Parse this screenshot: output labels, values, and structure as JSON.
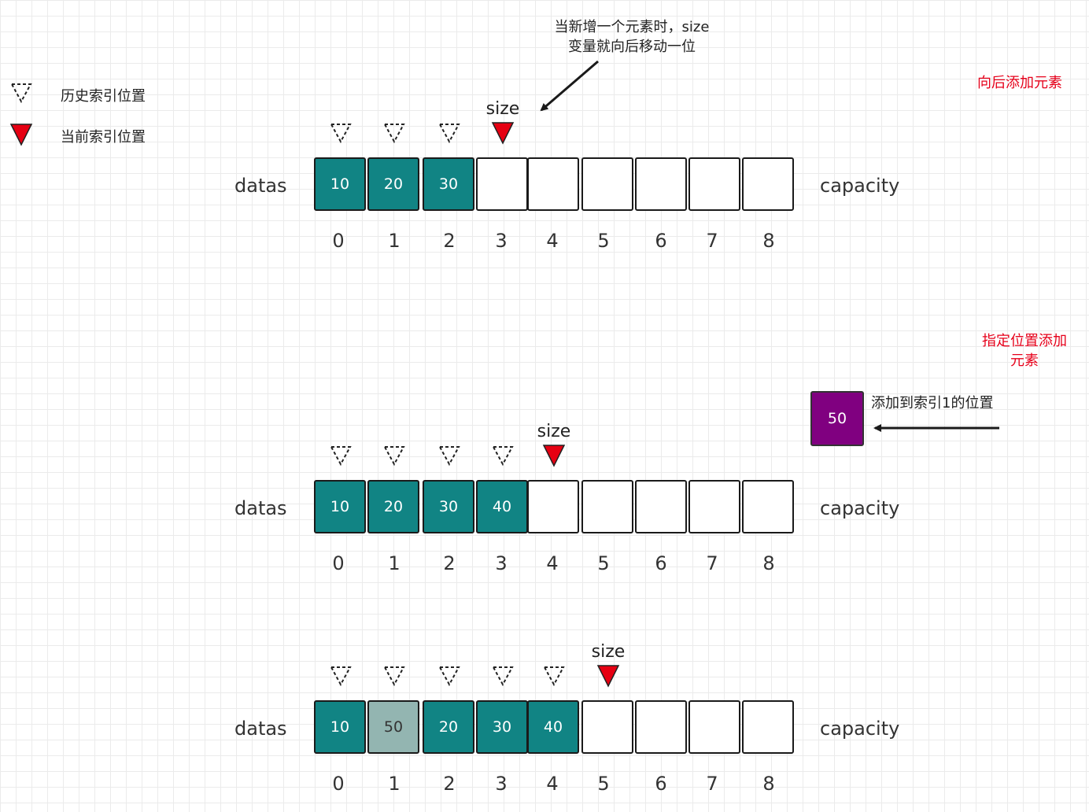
{
  "legend": {
    "history": "历史索引位置",
    "current": "当前索引位置"
  },
  "colors": {
    "filled": "#118484",
    "inserted": "#93b5b1",
    "current_marker": "#e60012",
    "new_element": "#800080",
    "section_title": "#e6001a"
  },
  "annotation_size_move": {
    "line1": "当新增一个元素时，size",
    "line2": "变量就向后移动一位"
  },
  "section_append": {
    "title": "向后添加元素"
  },
  "section_insert": {
    "title_line1": "指定位置添加",
    "title_line2": "元素",
    "new_value": "50",
    "note": "添加到索引1的位置"
  },
  "rows": [
    {
      "label": "datas",
      "capacity_label": "capacity",
      "size_label": "size",
      "cells": [
        "10",
        "20",
        "30",
        "",
        "",
        "",
        "",
        "",
        ""
      ],
      "indices": [
        "0",
        "1",
        "2",
        "3",
        "4",
        "5",
        "6",
        "7",
        "8"
      ]
    },
    {
      "label": "datas",
      "capacity_label": "capacity",
      "size_label": "size",
      "cells": [
        "10",
        "20",
        "30",
        "40",
        "",
        "",
        "",
        "",
        ""
      ],
      "indices": [
        "0",
        "1",
        "2",
        "3",
        "4",
        "5",
        "6",
        "7",
        "8"
      ]
    },
    {
      "label": "datas",
      "capacity_label": "capacity",
      "size_label": "size",
      "cells": [
        "10",
        "50",
        "20",
        "30",
        "40",
        "",
        "",
        "",
        ""
      ],
      "indices": [
        "0",
        "1",
        "2",
        "3",
        "4",
        "5",
        "6",
        "7",
        "8"
      ]
    }
  ]
}
